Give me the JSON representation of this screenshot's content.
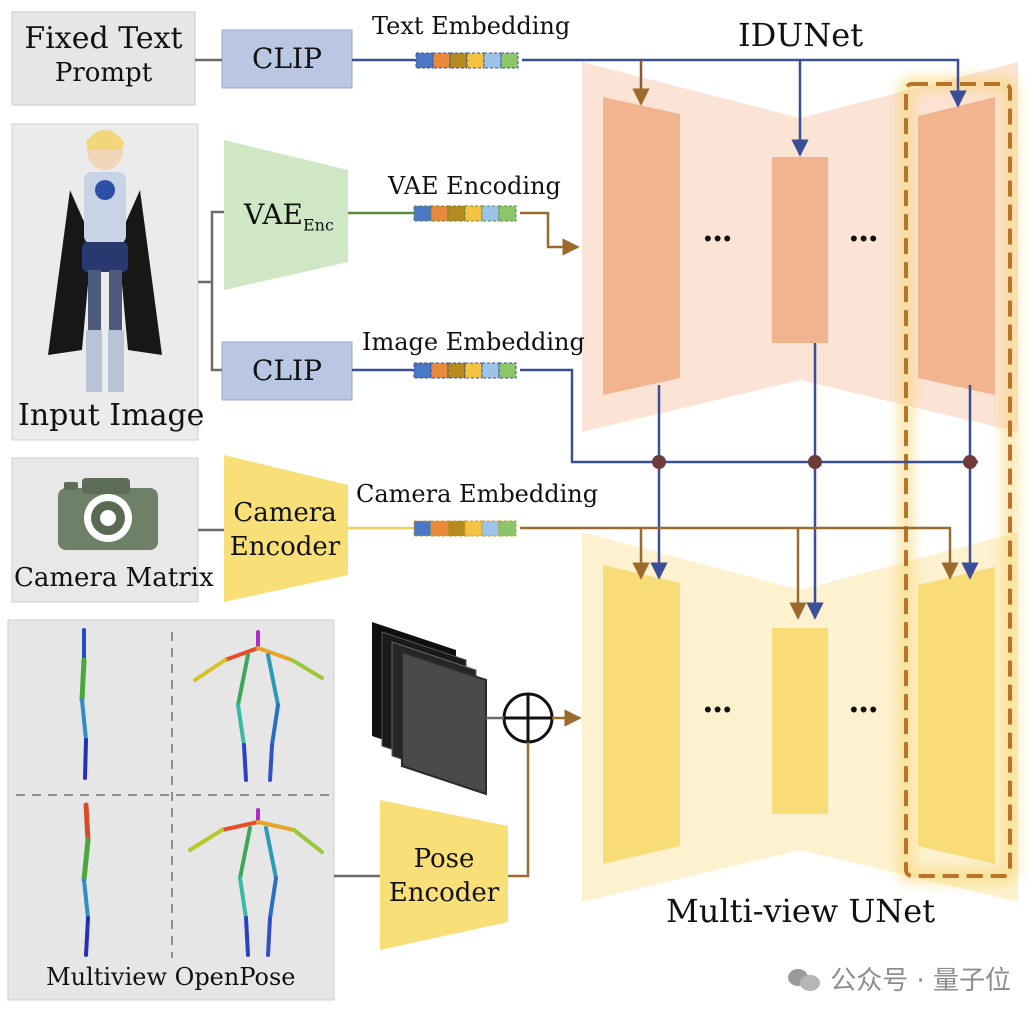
{
  "inputs": {
    "fixed_text_prompt": [
      "Fixed Text",
      "Prompt"
    ],
    "input_image": "Input Image",
    "camera_matrix": "Camera Matrix",
    "multiview_openpose": "Multiview OpenPose"
  },
  "encoders": {
    "clip_text": "CLIP",
    "vae_enc": "VAE",
    "vae_enc_sub": "Enc",
    "clip_image": "CLIP",
    "camera_encoder": [
      "Camera",
      "Encoder"
    ],
    "pose_encoder": [
      "Pose",
      "Encoder"
    ]
  },
  "embeddings": {
    "text": "Text Embedding",
    "vae": "VAE Encoding",
    "image": "Image Embedding",
    "camera": "Camera Embedding"
  },
  "networks": {
    "idunet": "IDUNet",
    "multiview_unet": "Multi-view UNet",
    "ellipsis": "•••"
  },
  "colors": {
    "clip_fill": "#b9c7e3",
    "vae_fill": "#cfe7c4",
    "encoder_yellow": "#f8df78",
    "idunet_bg": "#fbe3d6",
    "idunet_block": "#f2b48e",
    "unet_bg": "#fdf1cf",
    "unet_block": "#f8dc78",
    "line_blue": "#3a4f96",
    "line_brown": "#9b6a2c",
    "line_green": "#5d8a3a",
    "highlight": "#b8742a",
    "token_colors": [
      "#4a78c6",
      "#e8893c",
      "#b58a1e",
      "#f5c242",
      "#9cc3e8",
      "#8cc66a"
    ]
  },
  "watermark": "公众号 · 量子位"
}
